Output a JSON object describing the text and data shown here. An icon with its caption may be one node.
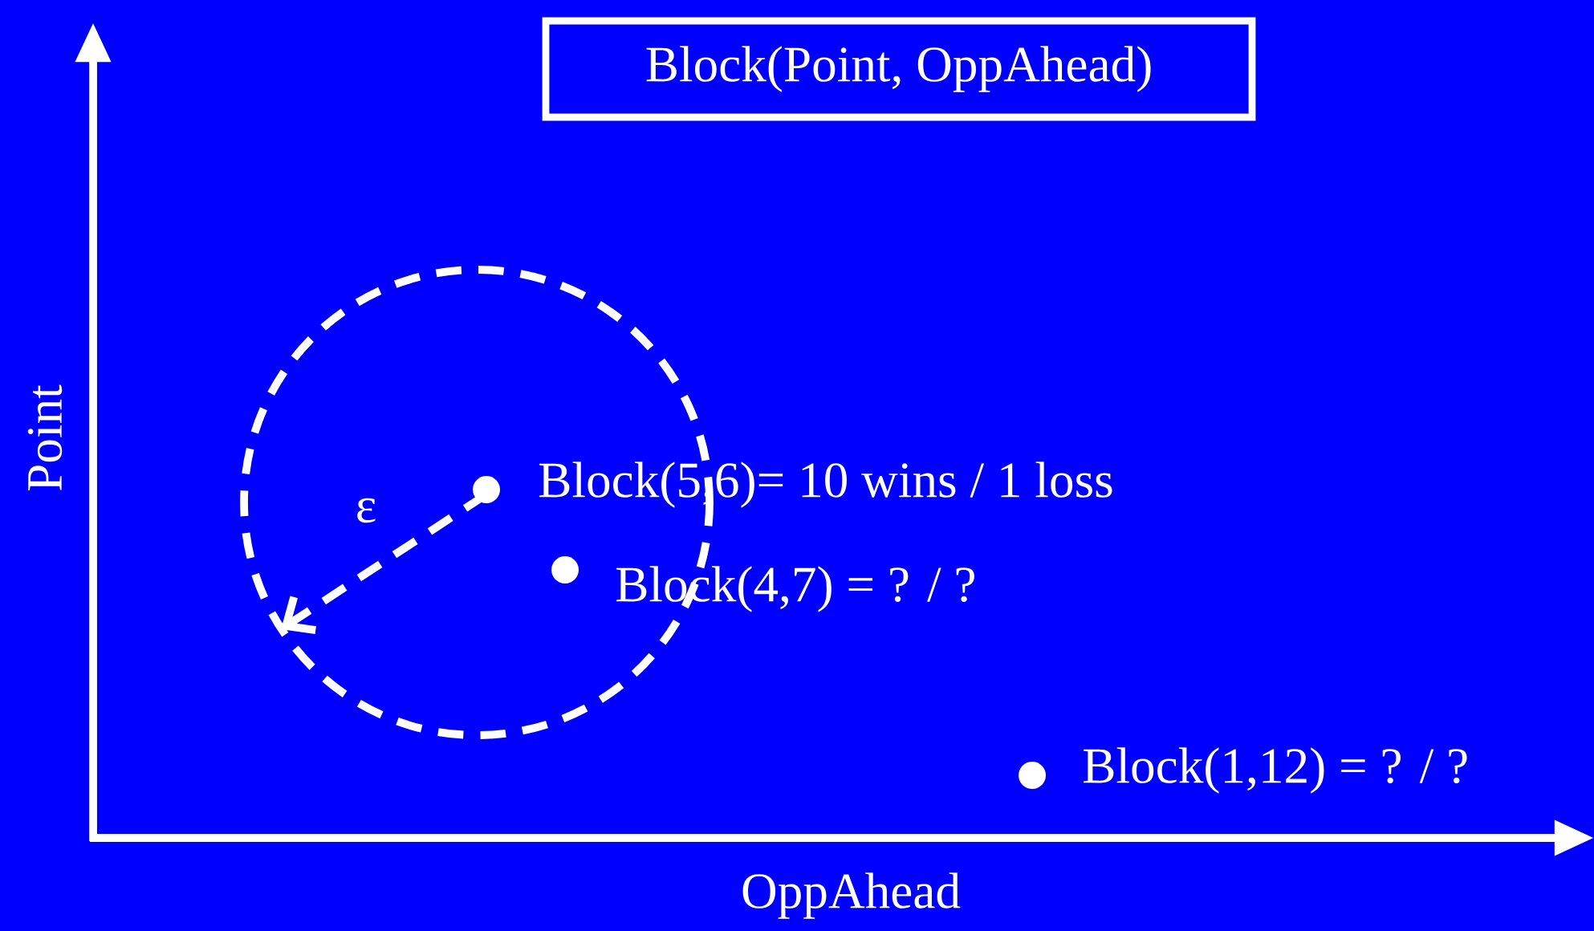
{
  "diagram": {
    "title": "Block(Point, OppAhead)",
    "nodes": [
      {
        "text": [],
        "shape": "circle",
        "beside": [
          "Block(5,6)= 10 wins / 1 loss"
        ]
      },
      {
        "text": [],
        "shape": "circle",
        "beside": [
          "Block(4,7) = ? / ?"
        ]
      },
      {
        "text": [],
        "shape": "circle",
        "beside": [
          "Block(1,12) = ? / ?"
        ]
      }
    ],
    "labels": [
      "ε",
      "Point",
      "OppAhead"
    ]
  }
}
